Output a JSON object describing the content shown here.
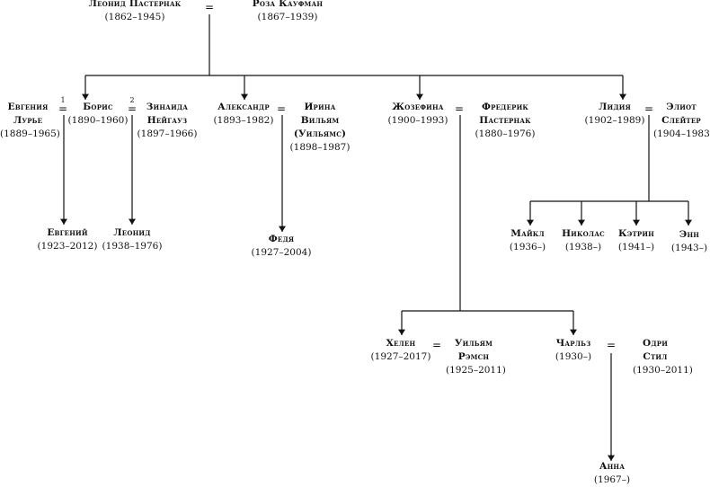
{
  "people": {
    "leonid_sr": {
      "name": "Леонид Пастернак",
      "dates": "(1862–1945)"
    },
    "roza": {
      "name": "Роза Кауфман",
      "dates": "(1867–1939)"
    },
    "evgenia": {
      "name": "Евгения Лурье",
      "dates": "(1889–1965)"
    },
    "boris": {
      "name": "Борис",
      "dates": "(1890–1960)"
    },
    "zinaida": {
      "name": "Зинаида Нейгауз",
      "dates": "(1897–1966)"
    },
    "alexandr": {
      "name": "Александр",
      "dates": "(1893–1982)"
    },
    "irina": {
      "name": "Ирина Вильям (Уильямс)",
      "dates": "(1898–1987)"
    },
    "jozefina": {
      "name": "Жозефина",
      "dates": "(1900–1993)"
    },
    "frederik": {
      "name": "Фредерик Пастернак",
      "dates": "(1880–1976)"
    },
    "lidia": {
      "name": "Лидия",
      "dates": "(1902–1989)"
    },
    "eliot": {
      "name": "Элиот Слейтер",
      "dates": "(1904–1983)"
    },
    "evgeny": {
      "name": "Евгений",
      "dates": "(1923–2012)"
    },
    "leonid_jr": {
      "name": "Леонид",
      "dates": "(1938–1976)"
    },
    "fedya": {
      "name": "Федя",
      "dates": "(1927–2004)"
    },
    "maikl": {
      "name": "Майкл",
      "dates": "(1936–)"
    },
    "nikolas": {
      "name": "Николас",
      "dates": "(1938–)"
    },
    "ketrin": {
      "name": "Кэтрин",
      "dates": "(1941–)"
    },
    "enn": {
      "name": "Энн",
      "dates": "(1943–)"
    },
    "helen": {
      "name": "Хелен",
      "dates": "(1927–2017)"
    },
    "uilyam": {
      "name": "Уильям Рэмсн",
      "dates": "(1925–2011)"
    },
    "charlz": {
      "name": "Чарльз",
      "dates": "(1930–)"
    },
    "odri": {
      "name": "Одри Стил",
      "dates": "(1930–2011)"
    },
    "anna": {
      "name": "Анна",
      "dates": "(1967–)"
    }
  },
  "symbols": {
    "equals": "=",
    "marriage_1": "1",
    "marriage_2": "2"
  }
}
